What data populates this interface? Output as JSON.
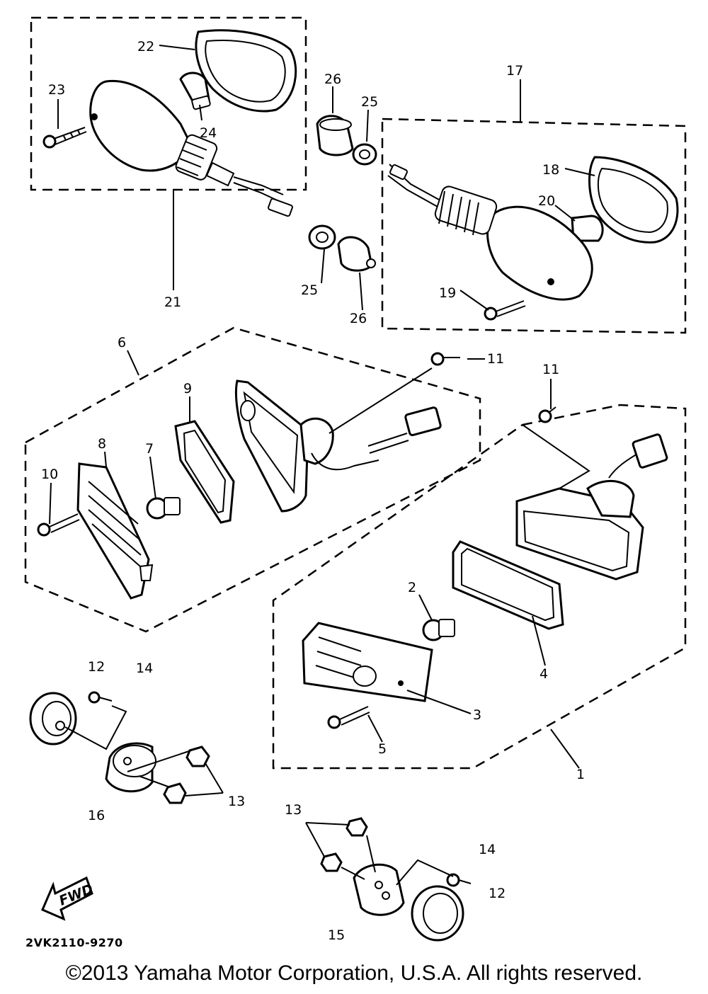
{
  "callouts": {
    "c1": "1",
    "c2": "2",
    "c3": "3",
    "c4": "4",
    "c5": "5",
    "c6": "6",
    "c7": "7",
    "c8": "8",
    "c9": "9",
    "c10": "10",
    "c11a": "11",
    "c11b": "11",
    "c12a": "12",
    "c12b": "12",
    "c13a": "13",
    "c13b": "13",
    "c14a": "14",
    "c14b": "14",
    "c15": "15",
    "c16": "16",
    "c17": "17",
    "c18": "18",
    "c19": "19",
    "c20": "20",
    "c21": "21",
    "c22": "22",
    "c23": "23",
    "c24": "24",
    "c25a": "25",
    "c25b": "25",
    "c26a": "26",
    "c26b": "26"
  },
  "fwd_label": "FWD",
  "diagram_code": "2VK2110-9270",
  "copyright": "©2013 Yamaha Motor Corporation, U.S.A. All rights reserved."
}
